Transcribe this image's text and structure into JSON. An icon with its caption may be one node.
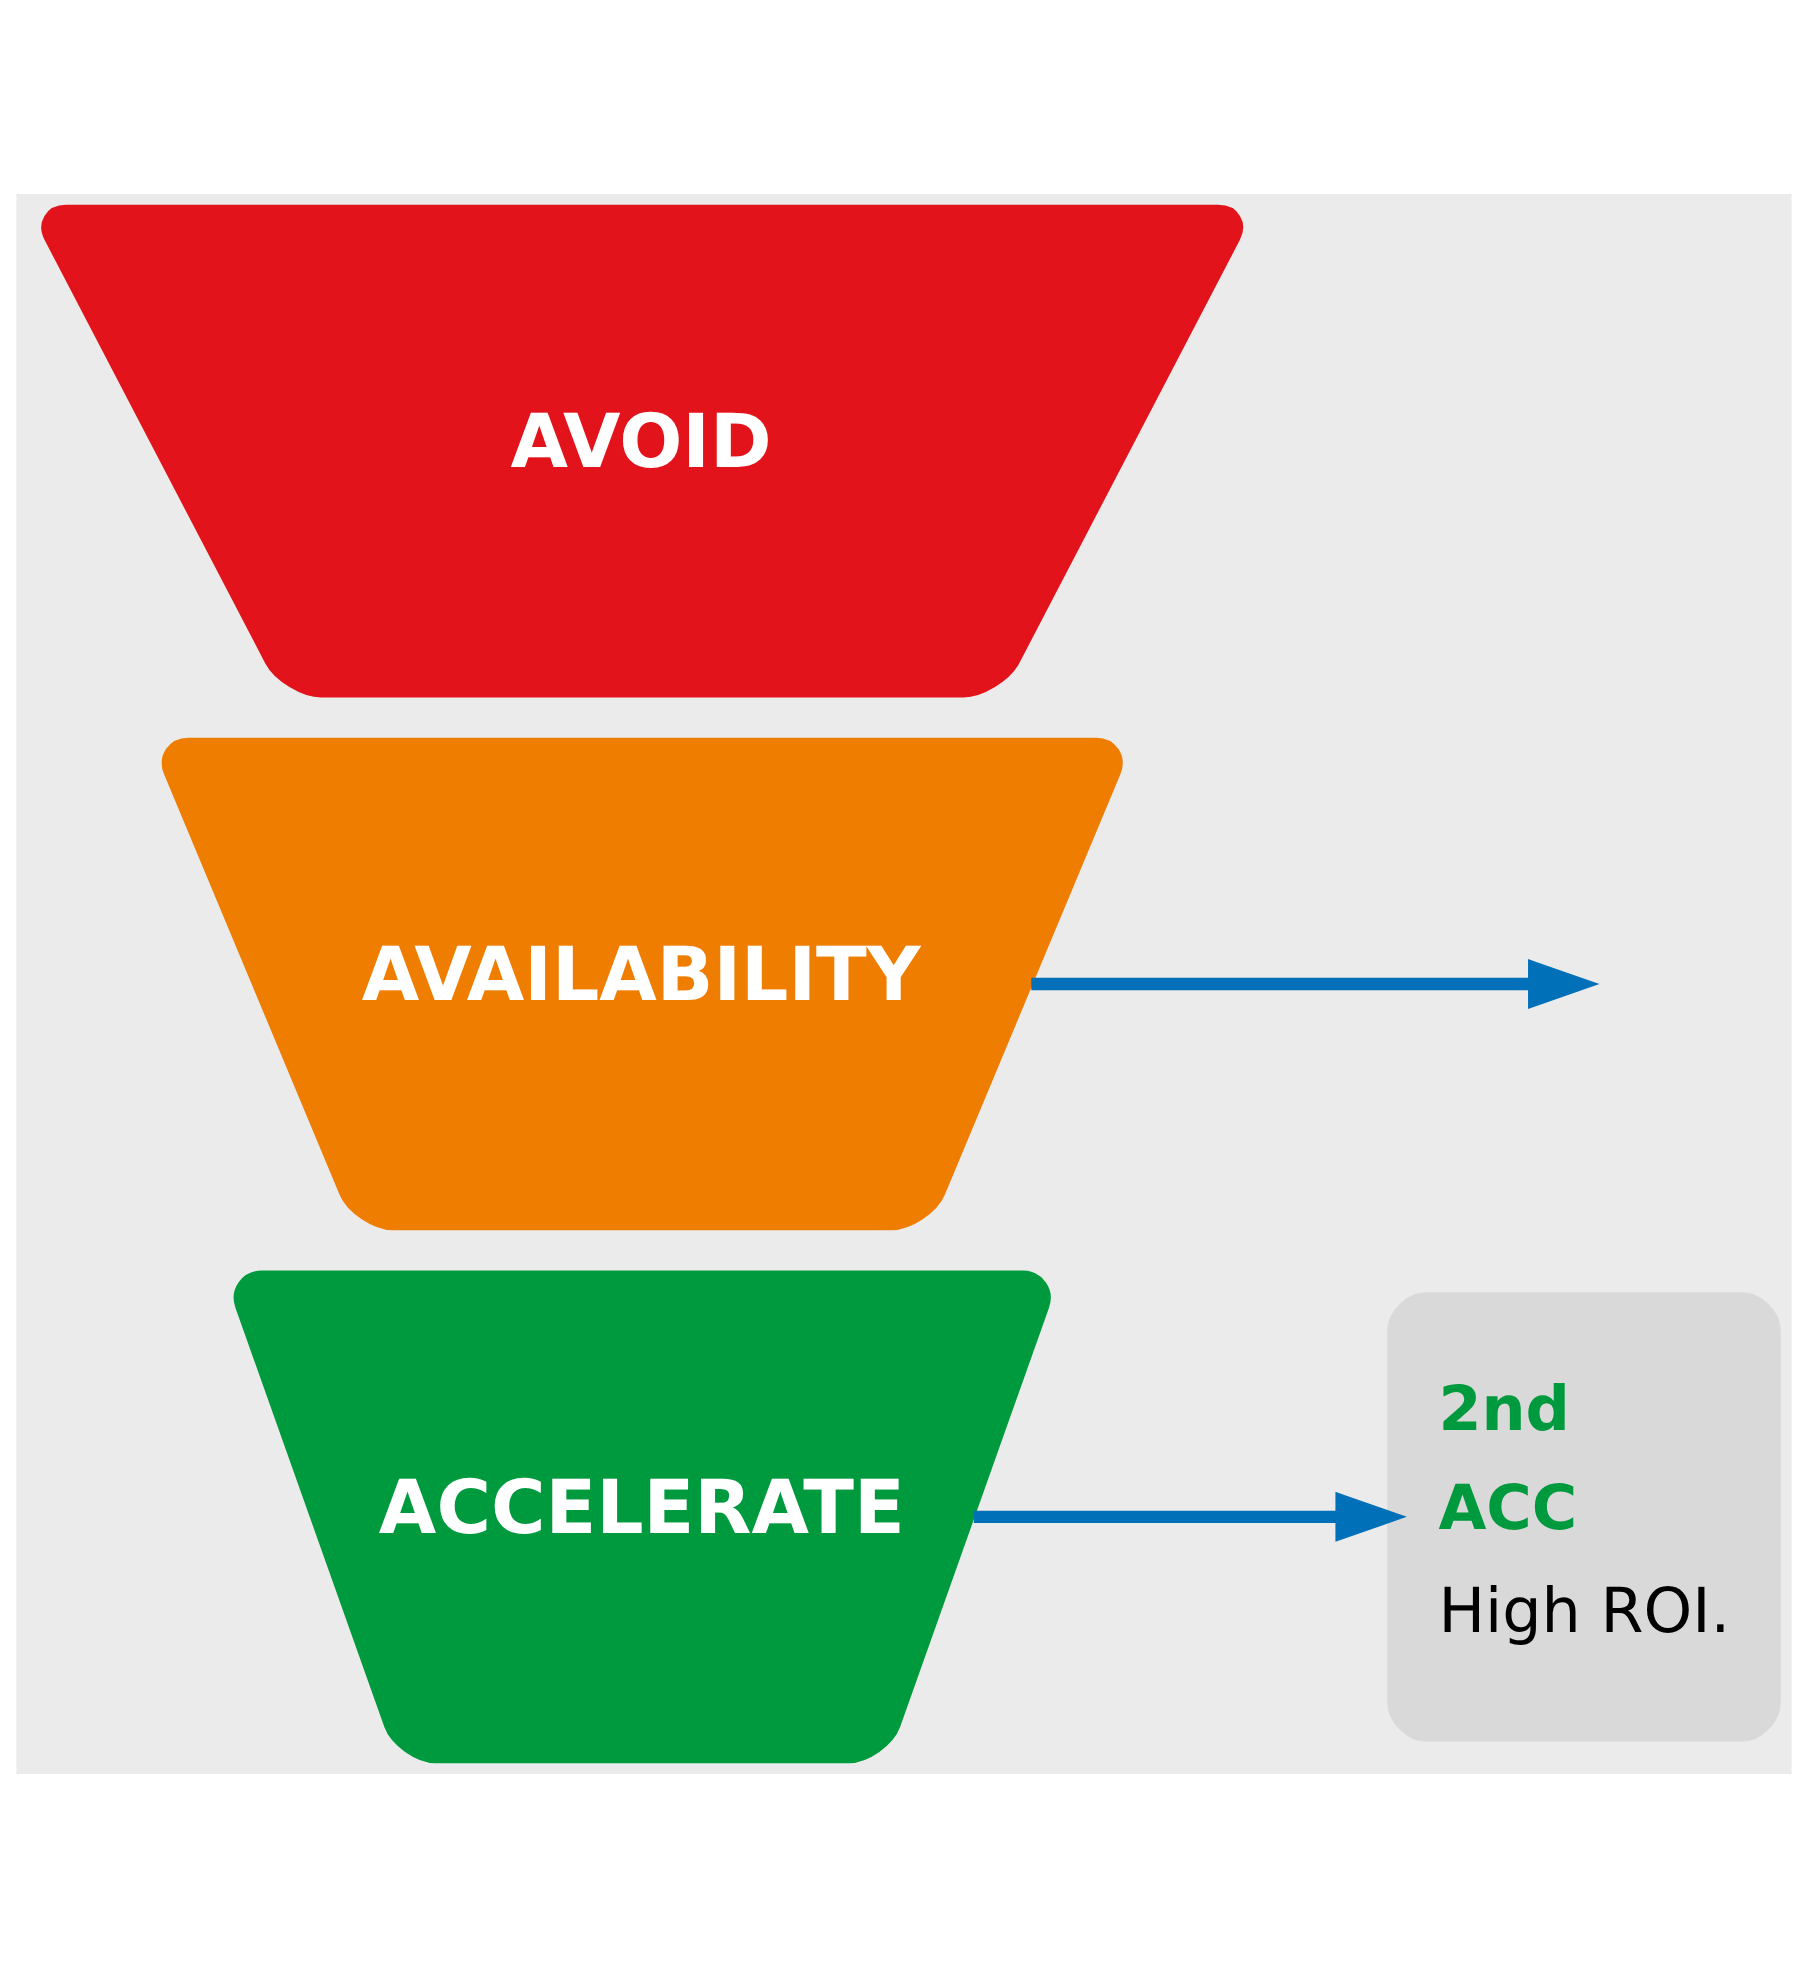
{
  "diagram": {
    "nodes": [
      {
        "text": [
          "AVOID"
        ]
      },
      {
        "text": [
          "AVAILABILITY"
        ]
      },
      {
        "text": [
          "ACCELERATE"
        ]
      },
      {
        "text": [
          "2nd",
          "ACC",
          "High ROI."
        ]
      }
    ],
    "edges": [
      {
        "from": 1,
        "to": null,
        "arrow": "to"
      },
      {
        "from": 2,
        "to": 3,
        "arrow": "to"
      }
    ]
  }
}
